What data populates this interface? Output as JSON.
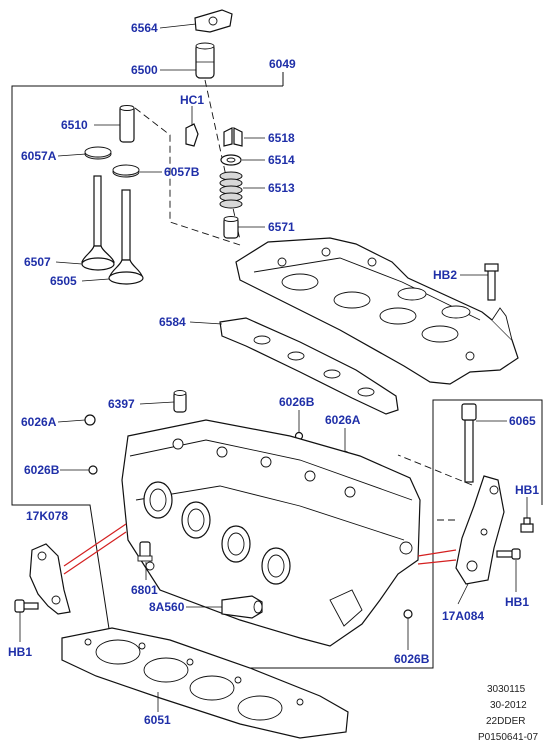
{
  "labels": {
    "p6564": "6564",
    "p6500": "6500",
    "p6049": "6049",
    "pHC1": "HC1",
    "p6510": "6510",
    "p6518": "6518",
    "p6057A": "6057A",
    "p6514": "6514",
    "p6057B": "6057B",
    "p6513": "6513",
    "p6571": "6571",
    "p6507": "6507",
    "pHB2": "HB2",
    "p6505": "6505",
    "p6584": "6584",
    "p6397": "6397",
    "p6026B_top": "6026B",
    "p6026A_left": "6026A",
    "p6026A_right": "6026A",
    "p6065": "6065",
    "p6026B_left": "6026B",
    "pHB1_right_top": "HB1",
    "p17K078": "17K078",
    "p6801": "6801",
    "p8A560": "8A560",
    "p17A084": "17A084",
    "pHB1_right_bottom": "HB1",
    "pHB1_left": "HB1",
    "p6026B_bottom": "6026B",
    "p6051": "6051"
  },
  "footer": {
    "line1": "3030115",
    "line2": "30-2012",
    "line3": "22DDER",
    "line4": "P0150641-07"
  },
  "colors": {
    "label": "#1f2fa8",
    "callout_red": "#d42020",
    "linework": "#111111"
  }
}
